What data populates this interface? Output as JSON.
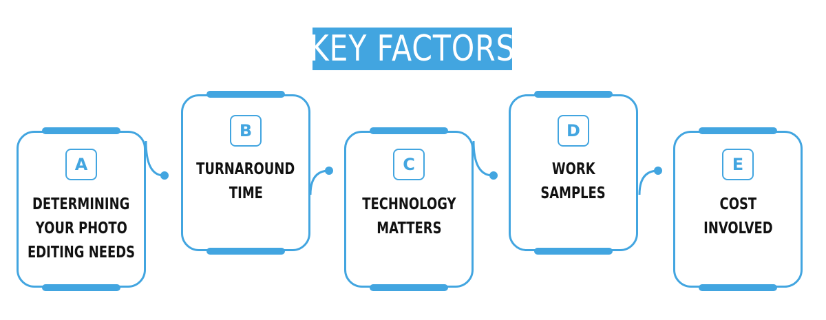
{
  "title": "KEY FACTORS",
  "colors": {
    "accent": "#42a5e0",
    "text": "#111111",
    "background": "#ffffff"
  },
  "factors": [
    {
      "letter": "A",
      "lines": [
        "DETERMINING",
        "YOUR PHOTO",
        "EDITING NEEDS"
      ]
    },
    {
      "letter": "B",
      "lines": [
        "TURNAROUND",
        "TIME"
      ]
    },
    {
      "letter": "C",
      "lines": [
        "TECHNOLOGY",
        "MATTERS"
      ]
    },
    {
      "letter": "D",
      "lines": [
        "WORK",
        "SAMPLES"
      ]
    },
    {
      "letter": "E",
      "lines": [
        "COST",
        "INVOLVED"
      ]
    }
  ]
}
